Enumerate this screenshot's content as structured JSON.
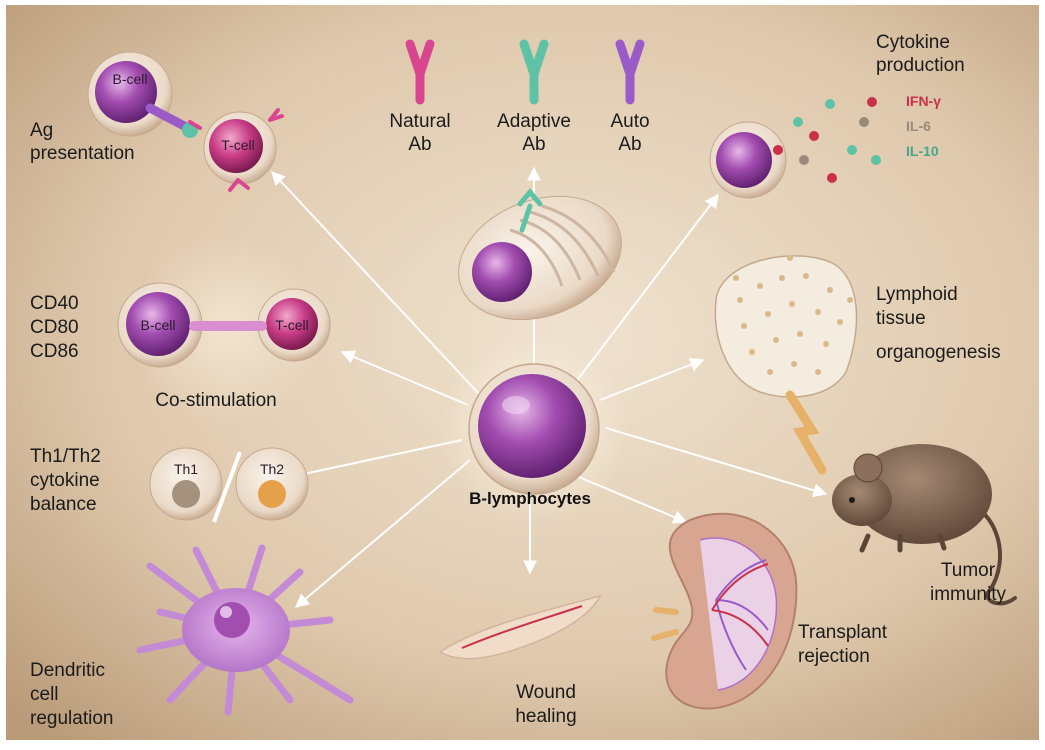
{
  "center": {
    "label": "B-lymphocytes"
  },
  "ag_presentation": {
    "label_lines": [
      "Ag",
      "presentation"
    ],
    "b_cell": "B-cell",
    "t_cell": "T-cell"
  },
  "antibodies": [
    {
      "lines": [
        "Natural",
        "Ab"
      ],
      "color": "#d9468f"
    },
    {
      "lines": [
        "Adaptive",
        "Ab"
      ],
      "color": "#5ec2a6"
    },
    {
      "lines": [
        "Auto",
        "Ab"
      ],
      "color": "#9a5bc9"
    }
  ],
  "cytokine_production": {
    "label_lines": [
      "Cytokine",
      "production"
    ],
    "items": [
      {
        "text": "IFN-γ",
        "color": "#c9304a"
      },
      {
        "text": "IL-6",
        "color": "#9a8a7a"
      },
      {
        "text": "IL-10",
        "color": "#4aa68a"
      }
    ]
  },
  "costimulation": {
    "molecules": [
      "CD40",
      "CD80",
      "CD86"
    ],
    "label": "Co-stimulation",
    "b_cell": "B-cell",
    "t_cell": "T-cell"
  },
  "th_balance": {
    "label_lines": [
      "Th1/Th2",
      "cytokine",
      "balance"
    ],
    "th1": "Th1",
    "th2": "Th2"
  },
  "lymphoid": {
    "label_lines": [
      "Lymphoid",
      "tissue",
      "organogenesis"
    ]
  },
  "tumor": {
    "label_lines": [
      "Tumor",
      "immunity"
    ]
  },
  "transplant": {
    "label_lines": [
      "Transplant",
      "rejection"
    ]
  },
  "wound": {
    "label_lines": [
      "Wound",
      "healing"
    ]
  },
  "dendritic": {
    "label_lines": [
      "Dendritic",
      "cell",
      "regulation"
    ]
  }
}
